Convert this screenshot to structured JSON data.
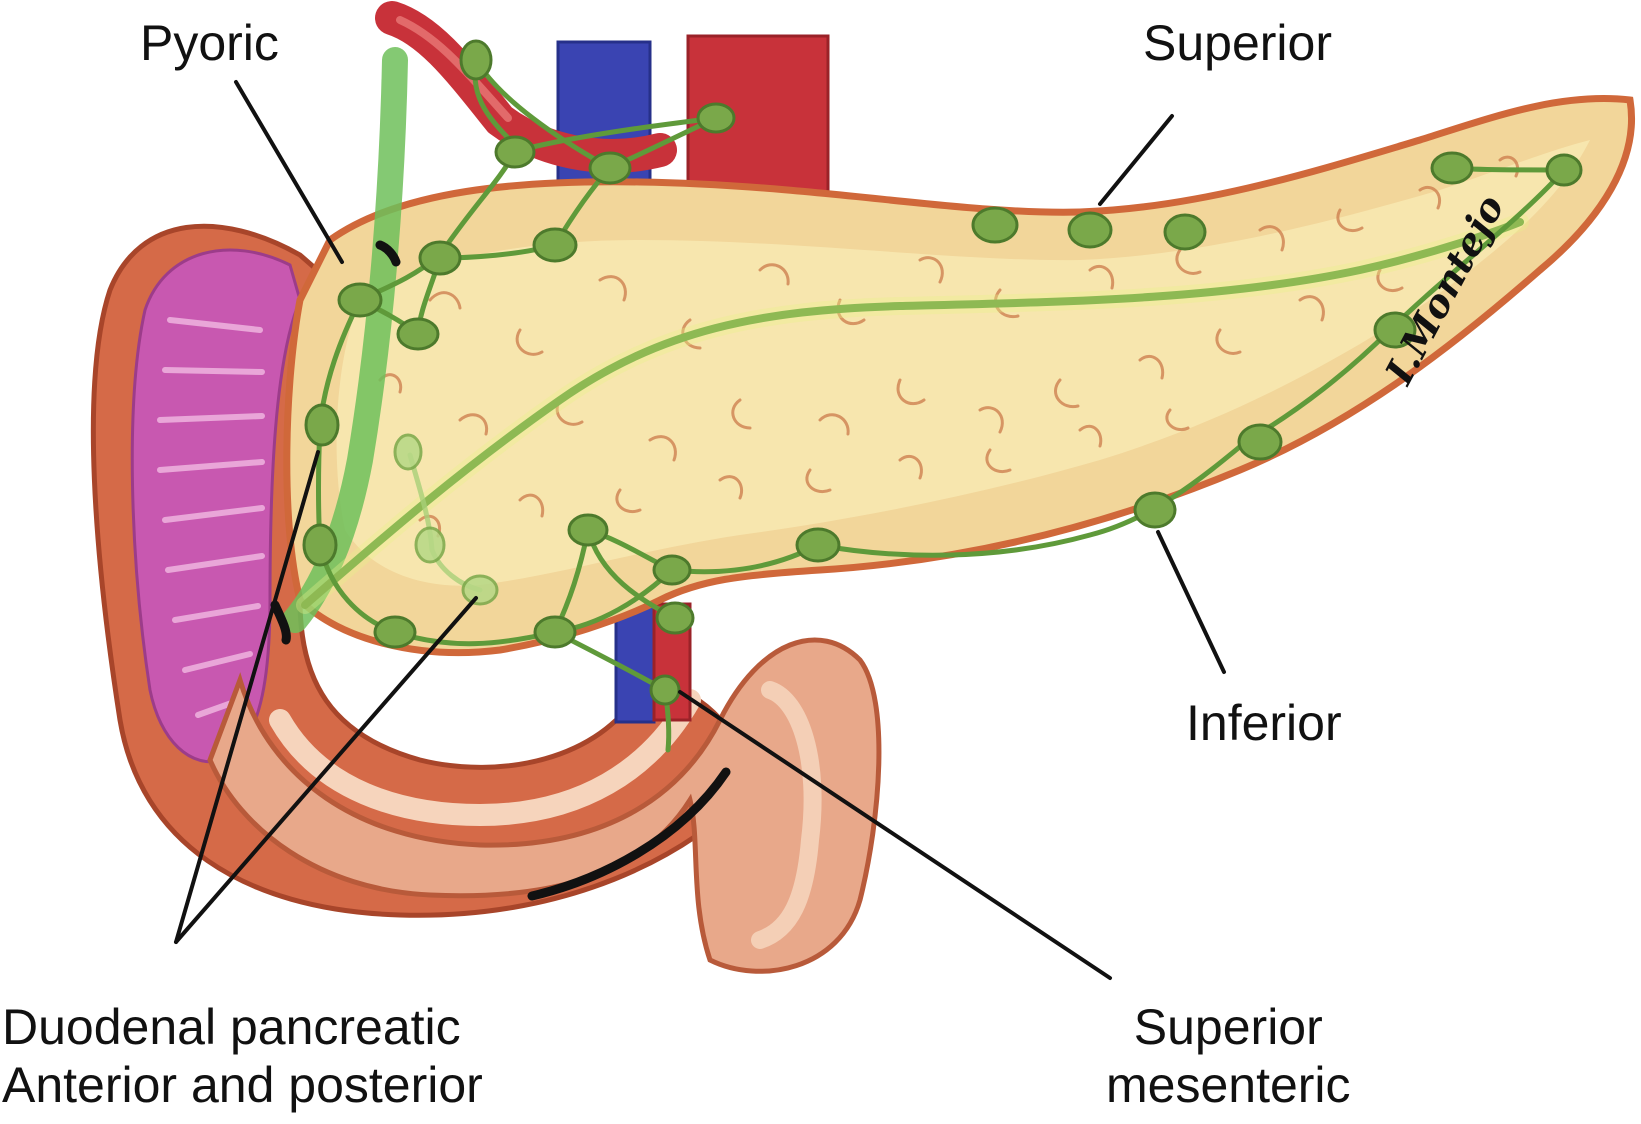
{
  "labels": {
    "pyoric": "Pyoric",
    "superior": "Superior",
    "inferior": "Inferior",
    "duodenal": [
      "Duodenal pancreatic",
      "Anterior and posterior"
    ],
    "superior_mesenteric": [
      "Superior",
      "mesenteric"
    ]
  },
  "signature": "I.Montejo",
  "colors": {
    "parenchyma": "#f3dca0",
    "parenchyma_core": "#f8eab4",
    "capsule": "#d2683a",
    "duodenum_wall": "#c65a38",
    "mucosa": "#c85ab2",
    "artery": "#c8323a",
    "vein": "#3040b0",
    "lymph_node": "#7aa84a",
    "lymph_node_edge": "#4d7a2c",
    "lymph_vessel": "#5f9a3a",
    "leader_line": "#111111"
  }
}
